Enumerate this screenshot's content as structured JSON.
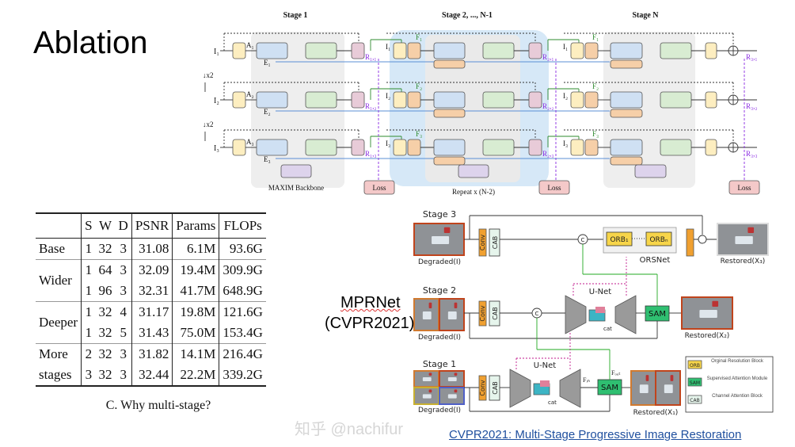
{
  "slide": {
    "title": "Ablation",
    "model_name": "MPRNet",
    "model_venue": "(CVPR2021)",
    "link_text": "CVPR2021: Multi-Stage Progressive Image Restoration",
    "watermark": "知乎 @nachifur"
  },
  "table": {
    "headers": [
      "",
      "S",
      "W",
      "D",
      "PSNR",
      "Params",
      "FLOPs"
    ],
    "groups": [
      {
        "label": [
          "Base"
        ],
        "rows": [
          [
            "1",
            "32",
            "3",
            "31.08",
            "6.1M",
            "93.6G"
          ]
        ]
      },
      {
        "label": [
          "Wider"
        ],
        "rows": [
          [
            "1",
            "64",
            "3",
            "32.09",
            "19.4M",
            "309.9G"
          ],
          [
            "1",
            "96",
            "3",
            "32.31",
            "41.7M",
            "648.9G"
          ]
        ]
      },
      {
        "label": [
          "Deeper"
        ],
        "rows": [
          [
            "1",
            "32",
            "4",
            "31.17",
            "19.8M",
            "121.6G"
          ],
          [
            "1",
            "32",
            "5",
            "31.43",
            "75.0M",
            "153.4G"
          ]
        ]
      },
      {
        "label": [
          "More",
          "stages"
        ],
        "rows": [
          [
            "2",
            "32",
            "3",
            "31.82",
            "14.1M",
            "216.4G"
          ],
          [
            "3",
            "32",
            "3",
            "32.44",
            "22.2M",
            "339.2G"
          ]
        ]
      }
    ],
    "caption": "C. Why multi-stage?"
  },
  "maxim_diagram": {
    "stage_labels": [
      "Stage 1",
      "Stage 2, ..., N-1",
      "Stage N"
    ],
    "backbone_label": "MAXIM Backbone",
    "repeat_label": "Repeat x (N-2)",
    "loss_label": "Loss",
    "downsample_label": "↓x2",
    "rows": [
      {
        "input": "I₁",
        "a": "A₁",
        "e": "E₁",
        "f": "F₁",
        "r1": "R₁,₁",
        "r2": "R₂,₁",
        "r3": "R₃,₁"
      },
      {
        "input": "I₂",
        "a": "A₂",
        "e": "E₂",
        "f": "F₂",
        "r1": "R₁,₂",
        "r2": "R₂,₂",
        "r3": "R₃,₂"
      },
      {
        "input": "I₃",
        "a": "A₃",
        "e": "E₃",
        "f": "F₃",
        "r1": "R₁,₃",
        "r2": "R₂,₃",
        "r3": "R₃,₃"
      }
    ],
    "colors": {
      "input_block": "#fdeec0",
      "encoder": "#cfe0f3",
      "decoder": "#d8ecd2",
      "sam": "#e8cbd8",
      "cross": "#f6cfa8",
      "bottleneck": "#ddd3ec",
      "loss": "#f4c9c9",
      "stage_bg": "#eeeeee",
      "repeat_bg": "#d6e8f7",
      "output": "#8a2be2",
      "feature": "#2e8b2e"
    }
  },
  "mprnet_diagram": {
    "stages": [
      "Stage 3",
      "Stage 2",
      "Stage 1"
    ],
    "degraded_label": "Degraded(I)",
    "conv": "Conv",
    "cab": "CAB",
    "concat": "C",
    "orb1": "ORB₁",
    "orbn": "ORBₙ",
    "orsnet": "ORSNet",
    "unet": "U-Net",
    "cat": "cat",
    "sam": "SAM",
    "f_in": "Fᵢₙ",
    "f_out": "Fₒᵤₜ",
    "restored": [
      "Restored(X₃)",
      "Restored(X₂)",
      "Restored(X₁)"
    ],
    "legend": [
      {
        "tag": "ORB",
        "text": "Orginal Resolution Block",
        "color": "#f7d54a"
      },
      {
        "tag": "SAM",
        "text": "Supervised Attention Module",
        "color": "#2fbf71"
      },
      {
        "tag": "CAB",
        "text": "Channel Attention Block",
        "color": "#e6f5ec"
      }
    ],
    "colors": {
      "conv": "#f0a030",
      "cab": "#e6f5ec",
      "sam": "#2fbf71",
      "orb": "#f7d54a",
      "unet": "#9a9a9a",
      "green_arrow": "#22aa22",
      "dotted_arrow": "#c0188c"
    }
  }
}
